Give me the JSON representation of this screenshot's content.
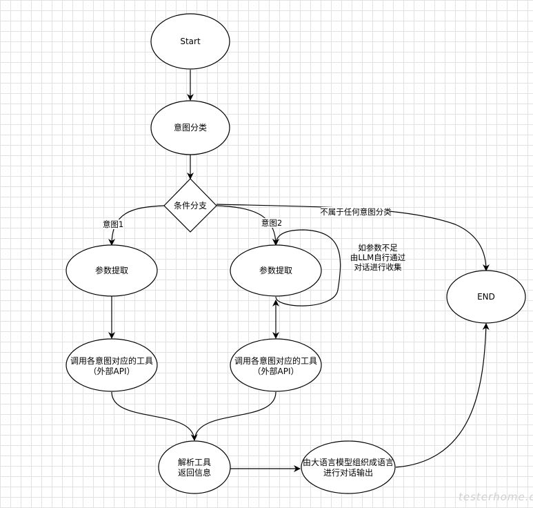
{
  "nodes": {
    "start": "Start",
    "intent_classify": "意图分类",
    "condition_branch": "条件分支",
    "param_extract_1": "参数提取",
    "param_extract_2": "参数提取",
    "call_tool_1": [
      "调用各意图对应的工具",
      "（外部API）"
    ],
    "call_tool_2": [
      "调用各意图对应的工具",
      "（外部API）"
    ],
    "parse_tool": [
      "解析工具",
      "返回信息"
    ],
    "llm_output": [
      "由大语言模型组织成语言",
      "进行对话输出"
    ],
    "end": "END"
  },
  "edge_labels": {
    "intent1": "意图1",
    "intent2": "意图2",
    "no_intent": "不属于任何意图分类",
    "loop_note": [
      "如参数不足",
      "由LLM自行通过",
      "对话进行收集"
    ]
  },
  "watermark": "testerhome.com"
}
